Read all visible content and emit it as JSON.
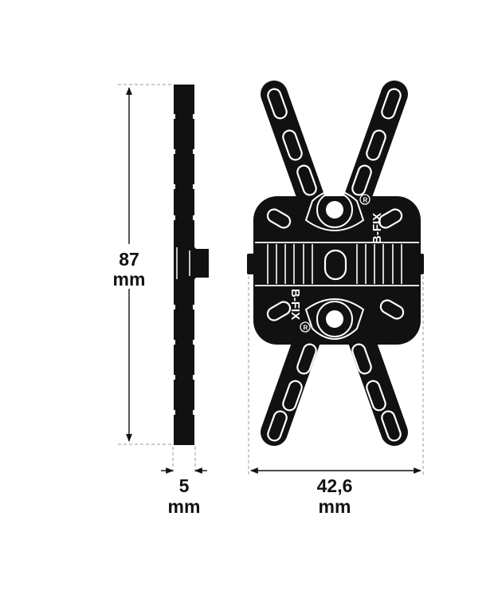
{
  "dimensions": {
    "height": {
      "value": "87",
      "unit": "mm"
    },
    "thickness": {
      "value": "5",
      "unit": "mm"
    },
    "width": {
      "value": "42,6",
      "unit": "mm"
    }
  },
  "product": {
    "brand_top": "B-FIX",
    "brand_bottom": "B-FIX",
    "registered_mark": "R"
  },
  "colors": {
    "part": "#111111",
    "line": "#111111",
    "background": "#ffffff"
  },
  "icons": [
    "arrow-up-icon",
    "arrow-down-icon",
    "arrow-left-icon",
    "arrow-right-icon"
  ]
}
